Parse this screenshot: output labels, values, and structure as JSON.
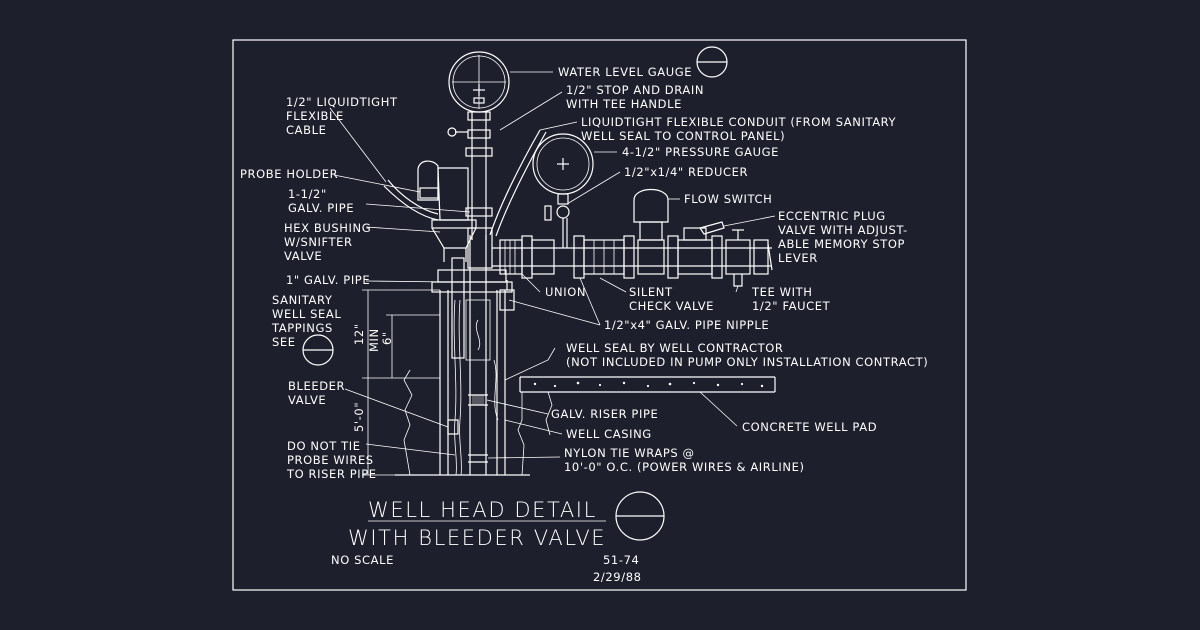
{
  "title": {
    "line1": "WELL HEAD DETAIL",
    "line2": "WITH BLEEDER VALVE"
  },
  "footer": {
    "scale": "NO SCALE",
    "number": "51-74",
    "date": "2/29/88"
  },
  "labels": {
    "water_level_gauge": "WATER LEVEL GAUGE",
    "stop_drain_1": "1/2\" STOP AND DRAIN",
    "stop_drain_2": "WITH TEE HANDLE",
    "conduit_1": "LIQUIDTIGHT FLEXIBLE CONDUIT (FROM SANITARY",
    "conduit_2": "WELL SEAL TO CONTROL PANEL)",
    "pressure_gauge": "4-1/2\" PRESSURE GAUGE",
    "reducer": "1/2\"x1/4\" REDUCER",
    "flow_switch": "FLOW SWITCH",
    "eccentric_1": "ECCENTRIC PLUG",
    "eccentric_2": "VALVE WITH ADJUST-",
    "eccentric_3": "ABLE MEMORY STOP",
    "eccentric_4": "LEVER",
    "tee_1": "TEE WITH",
    "tee_2": "1/2\" FAUCET",
    "union": "UNION",
    "check_1": "SILENT",
    "check_2": "CHECK VALVE",
    "nipple": "1/2\"x4\" GALV. PIPE NIPPLE",
    "well_seal_1": "WELL SEAL BY WELL CONTRACTOR",
    "well_seal_2": "(NOT INCLUDED IN PUMP ONLY INSTALLATION CONTRACT)",
    "riser": "GALV. RISER PIPE",
    "casing": "WELL CASING",
    "pad": "CONCRETE WELL PAD",
    "nylon_1": "NYLON TIE WRAPS @",
    "nylon_2": "10'-0\" O.C. (POWER WIRES & AIRLINE)",
    "cable_1": "1/2\" LIQUIDTIGHT",
    "cable_2": "FLEXIBLE",
    "cable_3": "CABLE",
    "probe_holder": "PROBE HOLDER",
    "galv_1": "1-1/2\"",
    "galv_2": "GALV. PIPE",
    "hex_1": "HEX BUSHING",
    "hex_2": "W/SNIFTER",
    "hex_3": "VALVE",
    "galv1in": "1\" GALV. PIPE",
    "sanitary_1": "SANITARY",
    "sanitary_2": "WELL SEAL",
    "sanitary_3": "TAPPINGS",
    "sanitary_4": "SEE",
    "bleeder_1": "BLEEDER",
    "bleeder_2": "VALVE",
    "donot_1": "DO NOT TIE",
    "donot_2": "PROBE WIRES",
    "donot_3": "TO RISER PIPE",
    "dim_12": "12\"",
    "dim_min": "MIN",
    "dim_6": "6\"",
    "dim_5": "5'-0\""
  }
}
